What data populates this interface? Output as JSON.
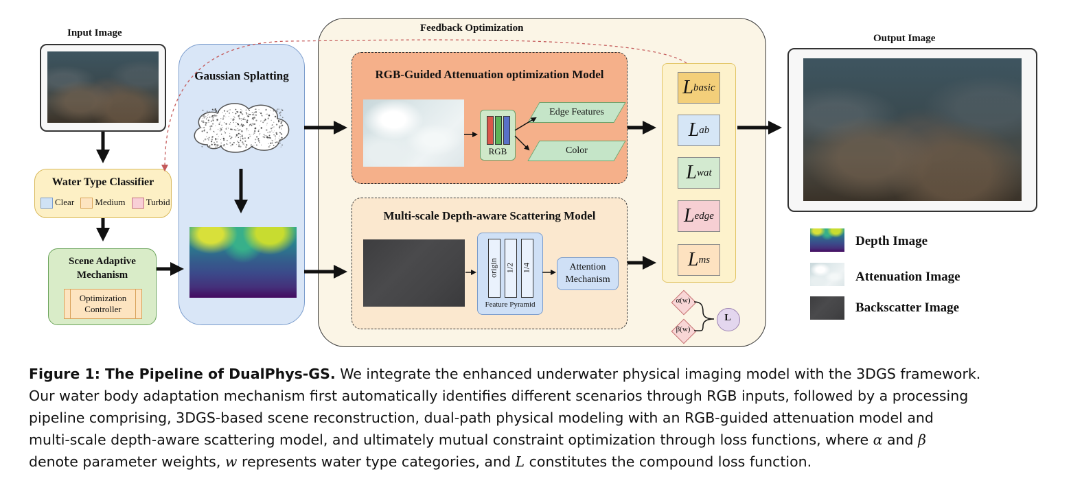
{
  "input": {
    "title": "Input Image"
  },
  "output": {
    "title": "Output Image"
  },
  "gaussian": {
    "title": "Gaussian Splatting"
  },
  "classifier": {
    "title": "Water Type Classifier",
    "types": [
      {
        "label": "Clear",
        "color": "#cfe2f5"
      },
      {
        "label": "Medium",
        "color": "#fde4c0"
      },
      {
        "label": "Turbid",
        "color": "#f8cfd6"
      }
    ]
  },
  "scene": {
    "title_line1": "Scene Adaptive",
    "title_line2": "Mechanism",
    "controller_line1": "Optimization",
    "controller_line2": "Controller"
  },
  "feedback": {
    "title": "Feedback Optimization"
  },
  "rgb_model": {
    "title": "RGB-Guided Attenuation optimization Model",
    "rgb_label": "RGB",
    "edge": "Edge Features",
    "color": "Color"
  },
  "ms_model": {
    "title": "Multi-scale Depth-aware Scattering Model",
    "pyramid": [
      "origin",
      "1/2",
      "1/4"
    ],
    "pyramid_label": "Feature Pyramid",
    "attention_line1": "Attention",
    "attention_line2": "Mechanism"
  },
  "losses": [
    {
      "base": "L",
      "sub": "basic",
      "bg": "#f3cf7a"
    },
    {
      "base": "L",
      "sub": "ab",
      "bg": "#d6e6f6"
    },
    {
      "base": "L",
      "sub": "wat",
      "bg": "#d3ead0"
    },
    {
      "base": "L",
      "sub": "edge",
      "bg": "#f6cfd3"
    },
    {
      "base": "L",
      "sub": "ms",
      "bg": "#fde2c0"
    }
  ],
  "weights": {
    "alpha": "α(w)",
    "beta": "β(w)",
    "total": "L"
  },
  "legend": [
    {
      "label": "Depth Image",
      "kind": "depth"
    },
    {
      "label": "Attenuation Image",
      "kind": "atten"
    },
    {
      "label": "Backscatter Image",
      "kind": "backs"
    }
  ],
  "caption": {
    "bold": "Figure 1: The Pipeline of DualPhys-GS.",
    "line1": " We integrate the enhanced underwater physical imaging model with the 3DGS framework.",
    "line2": "Our water body adaptation mechanism first automatically identifies different scenarios through RGB inputs, followed by a processing",
    "line3": "pipeline comprising, 3DGS-based scene reconstruction, dual-path physical modeling with an RGB-guided attenuation model and",
    "line4a": "multi-scale depth-aware scattering model, and ultimately mutual constraint optimization through loss functions, where ",
    "alpha": "α",
    "line4b": " and ",
    "beta": "β",
    "line5a": "denote parameter weights, ",
    "w": "w",
    "line5b": " represents water type categories, and ",
    "L": "L",
    "line5c": " constitutes the compound loss function."
  }
}
